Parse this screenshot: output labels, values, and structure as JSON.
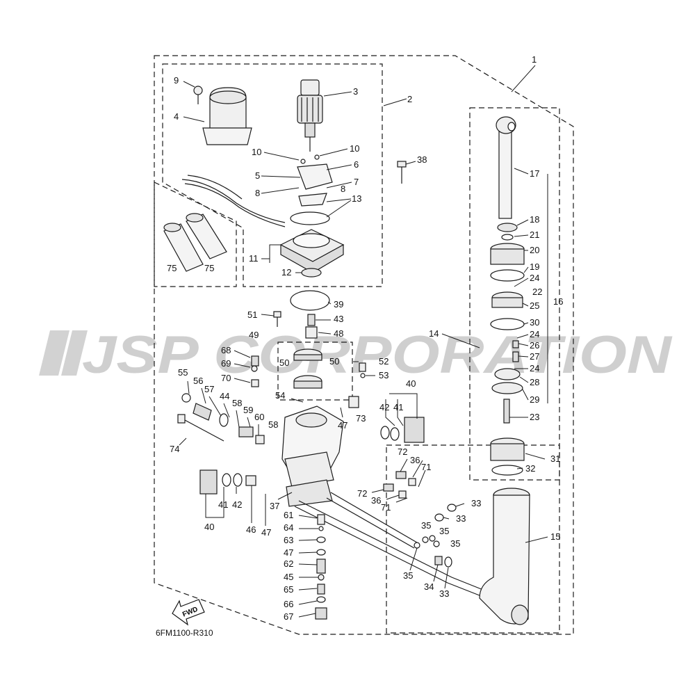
{
  "watermark": "JSP CORPORATION",
  "diagram_code": "6FM1100-R310",
  "fwd_label": "FWD",
  "colors": {
    "line": "#1a1a1a",
    "part_fill": "#e8e8e8",
    "watermark": "#c9c9c9"
  },
  "callouts": [
    {
      "id": "c1",
      "text": "1"
    },
    {
      "id": "c2",
      "text": "2"
    },
    {
      "id": "c3",
      "text": "3"
    },
    {
      "id": "c4",
      "text": "4"
    },
    {
      "id": "c9",
      "text": "9"
    },
    {
      "id": "c10a",
      "text": "10"
    },
    {
      "id": "c10b",
      "text": "10"
    },
    {
      "id": "c5",
      "text": "5"
    },
    {
      "id": "c6",
      "text": "6"
    },
    {
      "id": "c7",
      "text": "7"
    },
    {
      "id": "c8a",
      "text": "8"
    },
    {
      "id": "c8b",
      "text": "8"
    },
    {
      "id": "c13",
      "text": "13"
    },
    {
      "id": "c11",
      "text": "11"
    },
    {
      "id": "c12",
      "text": "12"
    },
    {
      "id": "c38",
      "text": "38"
    },
    {
      "id": "c75a",
      "text": "75"
    },
    {
      "id": "c75b",
      "text": "75"
    },
    {
      "id": "c39",
      "text": "39"
    },
    {
      "id": "c51",
      "text": "51"
    },
    {
      "id": "c43",
      "text": "43"
    },
    {
      "id": "c49",
      "text": "49"
    },
    {
      "id": "c48",
      "text": "48"
    },
    {
      "id": "c14",
      "text": "14"
    },
    {
      "id": "c68",
      "text": "68"
    },
    {
      "id": "c69",
      "text": "69"
    },
    {
      "id": "c50a",
      "text": "50"
    },
    {
      "id": "c50b",
      "text": "50"
    },
    {
      "id": "c52",
      "text": "52"
    },
    {
      "id": "c53",
      "text": "53"
    },
    {
      "id": "c70",
      "text": "70"
    },
    {
      "id": "c55",
      "text": "55"
    },
    {
      "id": "c56",
      "text": "56"
    },
    {
      "id": "c57",
      "text": "57"
    },
    {
      "id": "c44",
      "text": "44"
    },
    {
      "id": "c58a",
      "text": "58"
    },
    {
      "id": "c59",
      "text": "59"
    },
    {
      "id": "c60",
      "text": "60"
    },
    {
      "id": "c54",
      "text": "54"
    },
    {
      "id": "c47a",
      "text": "47"
    },
    {
      "id": "c73",
      "text": "73"
    },
    {
      "id": "c42a",
      "text": "42"
    },
    {
      "id": "c41a",
      "text": "41"
    },
    {
      "id": "c40a",
      "text": "40"
    },
    {
      "id": "c58b",
      "text": "58"
    },
    {
      "id": "c74",
      "text": "74"
    },
    {
      "id": "c72a",
      "text": "72"
    },
    {
      "id": "c36a",
      "text": "36"
    },
    {
      "id": "c71a",
      "text": "71"
    },
    {
      "id": "c72b",
      "text": "72"
    },
    {
      "id": "c36b",
      "text": "36"
    },
    {
      "id": "c71b",
      "text": "71"
    },
    {
      "id": "c37",
      "text": "37"
    },
    {
      "id": "c41b",
      "text": "41"
    },
    {
      "id": "c42b",
      "text": "42"
    },
    {
      "id": "c40b",
      "text": "40"
    },
    {
      "id": "c46",
      "text": "46"
    },
    {
      "id": "c47b",
      "text": "47"
    },
    {
      "id": "c61",
      "text": "61"
    },
    {
      "id": "c64",
      "text": "64"
    },
    {
      "id": "c63",
      "text": "63"
    },
    {
      "id": "c47c",
      "text": "47"
    },
    {
      "id": "c62",
      "text": "62"
    },
    {
      "id": "c45",
      "text": "45"
    },
    {
      "id": "c65",
      "text": "65"
    },
    {
      "id": "c66",
      "text": "66"
    },
    {
      "id": "c67",
      "text": "67"
    },
    {
      "id": "c33a",
      "text": "33"
    },
    {
      "id": "c33b",
      "text": "33"
    },
    {
      "id": "c35a",
      "text": "35"
    },
    {
      "id": "c35b",
      "text": "35"
    },
    {
      "id": "c35c",
      "text": "35"
    },
    {
      "id": "c35d",
      "text": "35"
    },
    {
      "id": "c34",
      "text": "34"
    },
    {
      "id": "c33c",
      "text": "33"
    },
    {
      "id": "c15",
      "text": "15"
    },
    {
      "id": "c17",
      "text": "17"
    },
    {
      "id": "c18",
      "text": "18"
    },
    {
      "id": "c21",
      "text": "21"
    },
    {
      "id": "c20",
      "text": "20"
    },
    {
      "id": "c19",
      "text": "19"
    },
    {
      "id": "c24a",
      "text": "24"
    },
    {
      "id": "c22",
      "text": "22"
    },
    {
      "id": "c25",
      "text": "25"
    },
    {
      "id": "c16",
      "text": "16"
    },
    {
      "id": "c30",
      "text": "30"
    },
    {
      "id": "c24b",
      "text": "24"
    },
    {
      "id": "c26",
      "text": "26"
    },
    {
      "id": "c27",
      "text": "27"
    },
    {
      "id": "c24c",
      "text": "24"
    },
    {
      "id": "c28",
      "text": "28"
    },
    {
      "id": "c29",
      "text": "29"
    },
    {
      "id": "c23",
      "text": "23"
    },
    {
      "id": "c31",
      "text": "31"
    },
    {
      "id": "c32",
      "text": "32"
    }
  ]
}
